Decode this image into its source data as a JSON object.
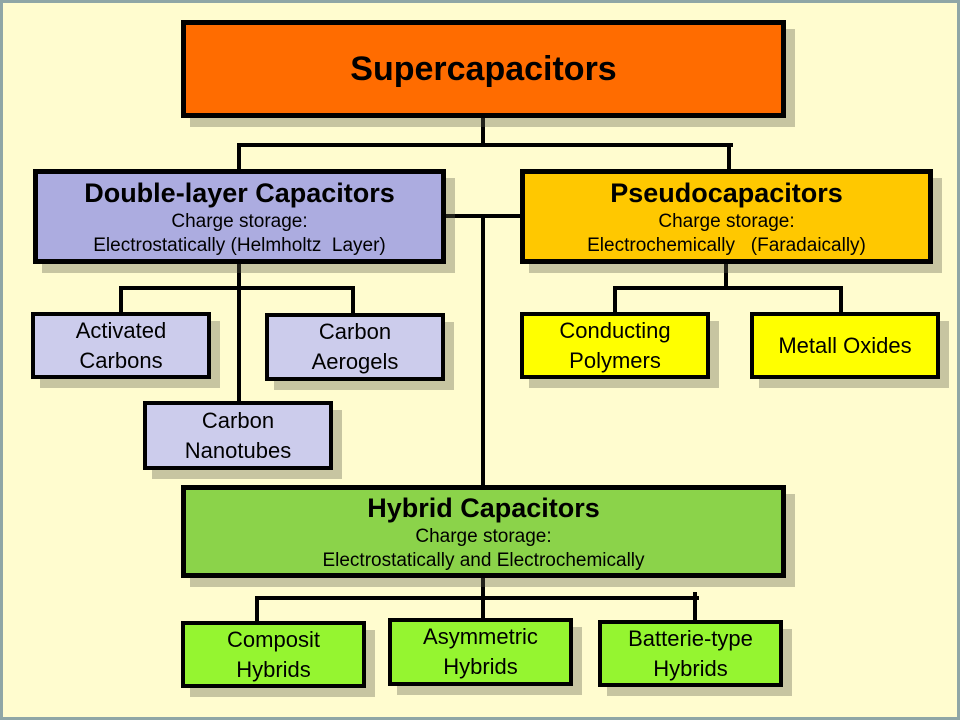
{
  "slide": {
    "background": "#FFFCCF",
    "frame_border_color": "#8FA6A6",
    "connector_color": "#000000",
    "shadow_color": "rgba(95,95,75,0.35)"
  },
  "diagram": {
    "nodes": {
      "supercapacitors": {
        "title": "Supercapacitors",
        "bg": "#FF6C00"
      },
      "double_layer": {
        "title": "Double-layer Capacitors",
        "sub1": "Charge storage:",
        "sub2": "Electrostatically (Helmholtz  Layer)",
        "bg": "#ACACE0"
      },
      "pseudocapacitors": {
        "title": "Pseudocapacitors",
        "sub1": "Charge storage:",
        "sub2": "Electrochemically   (Faradaically)",
        "bg": "#FFC800"
      },
      "activated_carbons": {
        "title": "Activated\nCarbons",
        "bg": "#CCCCEC"
      },
      "carbon_aerogels": {
        "title": "Carbon\nAerogels",
        "bg": "#CCCCEC"
      },
      "carbon_nanotubes": {
        "title": "Carbon\nNanotubes",
        "bg": "#CCCCEC"
      },
      "conducting_polymers": {
        "title": "Conducting\nPolymers",
        "bg": "#FFFF00"
      },
      "metall_oxides": {
        "title": "Metall Oxides",
        "bg": "#FFFF00"
      },
      "hybrid": {
        "title": "Hybrid Capacitors",
        "sub1": "Charge storage:",
        "sub2": "Electrostatically and Electrochemically",
        "bg": "#8BD34A"
      },
      "composit_hybrids": {
        "title": "Composit\nHybrids",
        "bg": "#95F530"
      },
      "asymmetric_hybrids": {
        "title": "Asymmetric\nHybrids",
        "bg": "#95F530"
      },
      "batterie_type_hybrids": {
        "title": "Batterie-type\nHybrids",
        "bg": "#95F530"
      }
    }
  }
}
